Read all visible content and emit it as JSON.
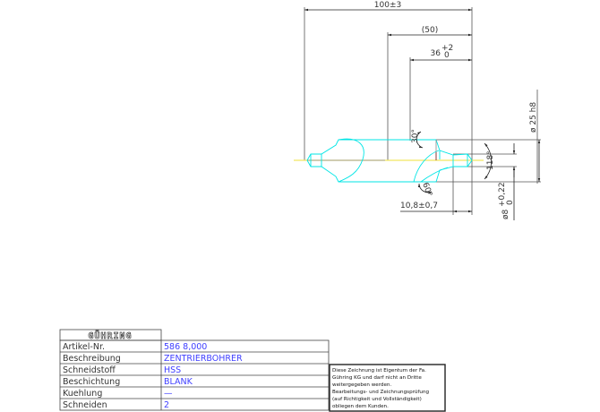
{
  "colors": {
    "tool_outline": "#00e5e5",
    "centerline": "#f2e860",
    "dimension": "#333333",
    "value_text": "#4040ff"
  },
  "drawing": {
    "dim_overall_length": "100±3",
    "dim_reference_length": "(50)",
    "dim_flute_length": "36",
    "dim_flute_length_tol_upper": "+2",
    "dim_flute_length_tol_lower": "0",
    "dim_shank_diameter": "ø 25 h8",
    "dim_pilot_diameter": "ø8",
    "dim_pilot_tol_upper": "+0,22",
    "dim_pilot_tol_lower": "0",
    "dim_pilot_length": "10,8±0,7",
    "angle_countersink": "30°",
    "angle_point": "118°",
    "angle_cone": "60°"
  },
  "title_block": {
    "logo": "GÜHRING",
    "rows": [
      {
        "label": "Artikel-Nr.",
        "value": "586  8,000"
      },
      {
        "label": "Beschreibung",
        "value": "ZENTRIERBOHRER"
      },
      {
        "label": "Schneidstoff",
        "value": "HSS"
      },
      {
        "label": "Beschichtung",
        "value": "BLANK"
      },
      {
        "label": "Kuehlung",
        "value": "—"
      },
      {
        "label": "Schneiden",
        "value": "2"
      }
    ],
    "note_lines": [
      "Diese Zeichnung ist Eigentum der Fa.",
      "Gühring KG und darf nicht an Dritte",
      "weitergegeben werden.",
      "Bearbeitungs- und Zeichnungsprüfung",
      "(auf Richtigkeit und Vollständigkeit)",
      "obliegen dem Kunden."
    ]
  }
}
